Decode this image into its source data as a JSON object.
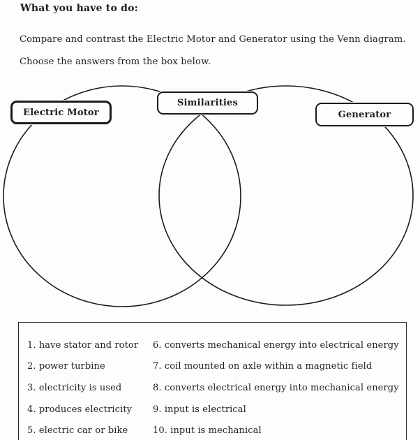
{
  "page": {
    "heading": "What you have to do:",
    "instructions": {
      "line1": "Compare and contrast the Electric Motor and Generator using the Venn diagram.",
      "line2": "Choose the answers from the box below."
    }
  },
  "venn": {
    "left_label": "Electric Motor",
    "middle_label": "Similarities",
    "right_label": "Generator"
  },
  "answers": {
    "column1": [
      "1. have stator and rotor",
      "2. power turbine",
      "3. electricity is used",
      "4. produces electricity",
      "5. electric car or bike"
    ],
    "column2": [
      "6. converts mechanical energy into electrical energy",
      "7. coil mounted on axle within a magnetic field",
      "8. converts electrical energy into mechanical energy",
      "9. input is electrical",
      "10. input is mechanical"
    ]
  },
  "colors": {
    "ink": "#1e1e1e",
    "line": "#1b1b1b",
    "background": "#fdfdfd"
  }
}
